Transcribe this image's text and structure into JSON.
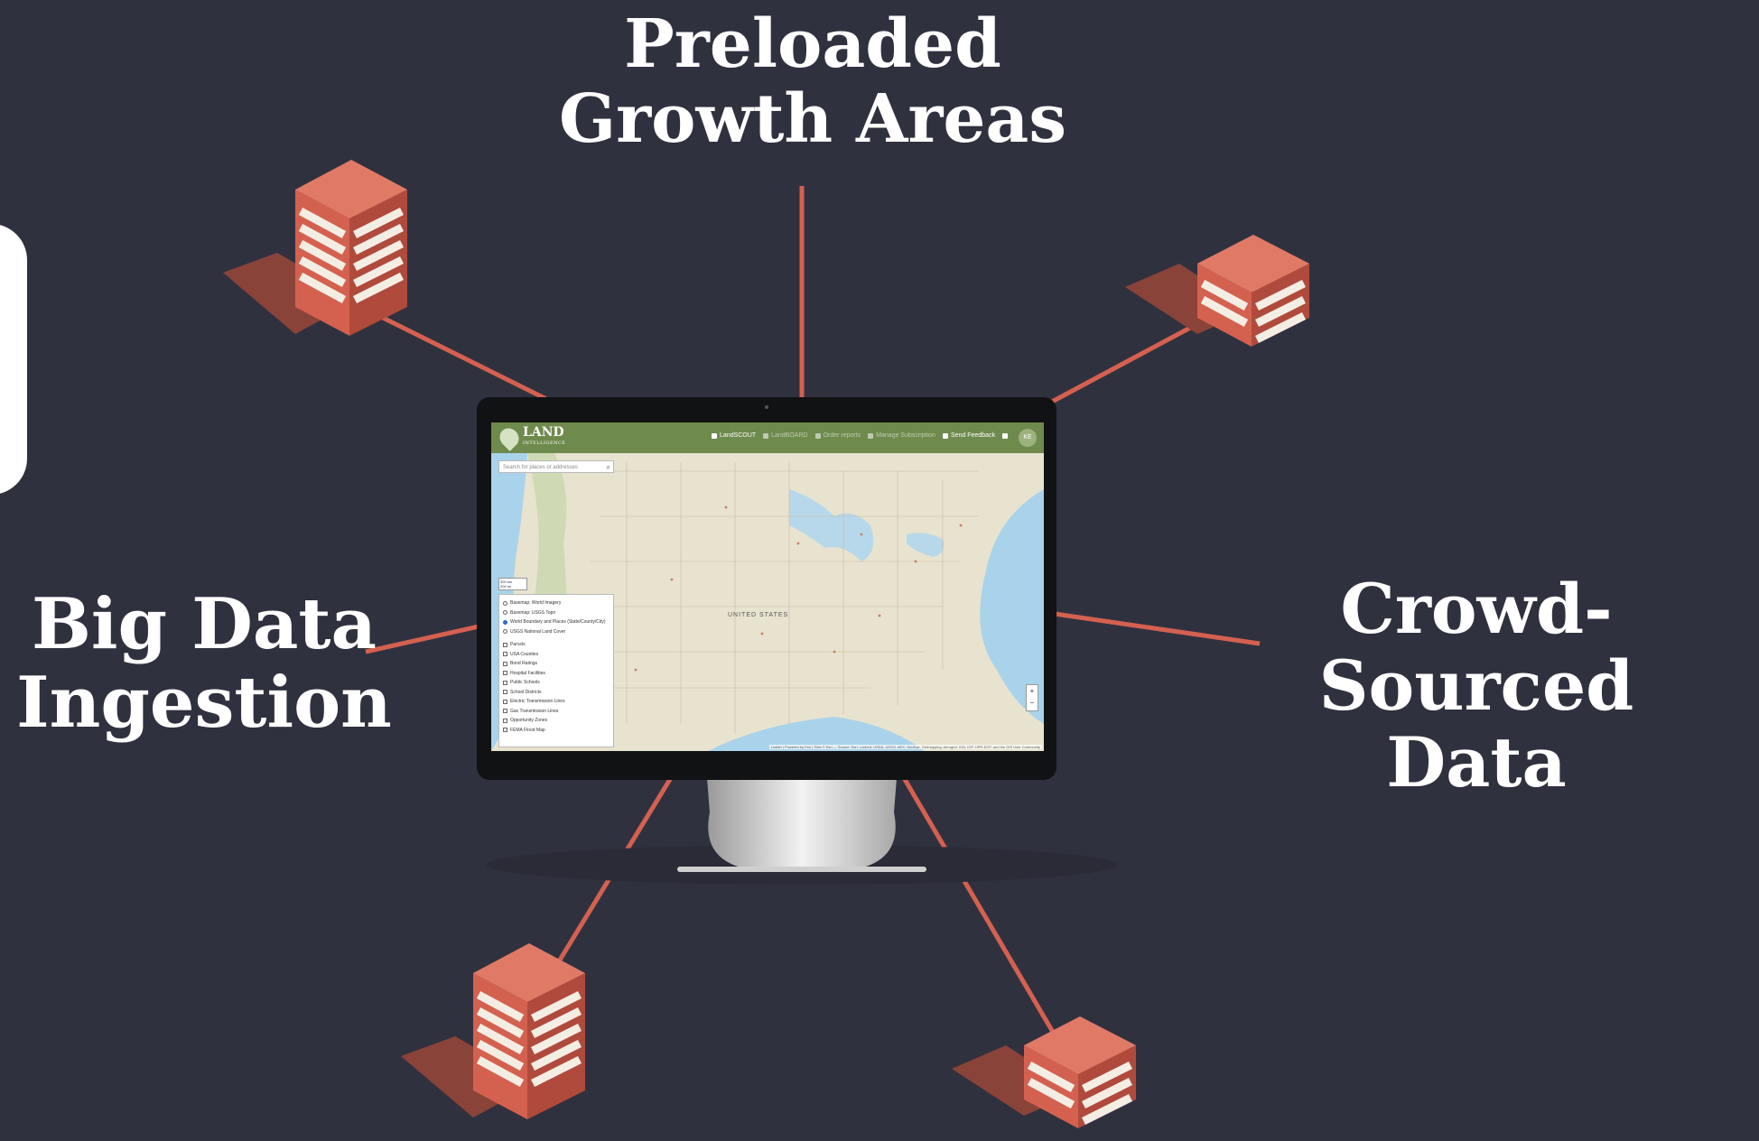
{
  "labels": {
    "top": [
      "Preloaded",
      "Growth Areas"
    ],
    "left": [
      "Big Data",
      "Ingestion"
    ],
    "right": [
      "Crowd-Sourced",
      "Data"
    ]
  },
  "colors": {
    "background": "#30313f",
    "connector": "#d4614f",
    "server_front": "#d4614f",
    "server_side": "#b04a3c",
    "server_shadow": "#8a4338",
    "app_bar": "#6e8a4c"
  },
  "icons": {
    "nodes": "server-stack-icon",
    "center": "desktop-monitor-icon"
  },
  "screen": {
    "logo_text": "LAND",
    "logo_sub": "INTELLIGENCE",
    "nav": [
      "LandSCOUT",
      "LandBOARD",
      "Order reports",
      "Manage Subscription",
      "Send Feedback"
    ],
    "avatar": "KE",
    "search_placeholder": "Search for places or addresses",
    "scale": [
      "300 km",
      "200 mi"
    ],
    "country_label": "UNITED STATES",
    "basemaps": [
      "Basemap: World Imagery",
      "Basemap: USGS Topo",
      "World Boundary and Places (State/County/City)",
      "USGS National Land Cover"
    ],
    "layers": [
      "Parcels",
      "USA Counties",
      "Bond Ratings",
      "Hospital Facilities",
      "Public Schools",
      "School Districts",
      "Electric Transmission Lines",
      "Gas Transmission Lines",
      "Opportunity Zones",
      "FEMA Flood Map"
    ],
    "attribution": "Leaflet | Powered by Esri | Tiles © Esri — Source: Esri, i-cubed, USDA, USGS, AEX, GeoEye, Getmapping, Aerogrid, IGN, IGP, UPR-EGP, and the GIS User Community"
  }
}
